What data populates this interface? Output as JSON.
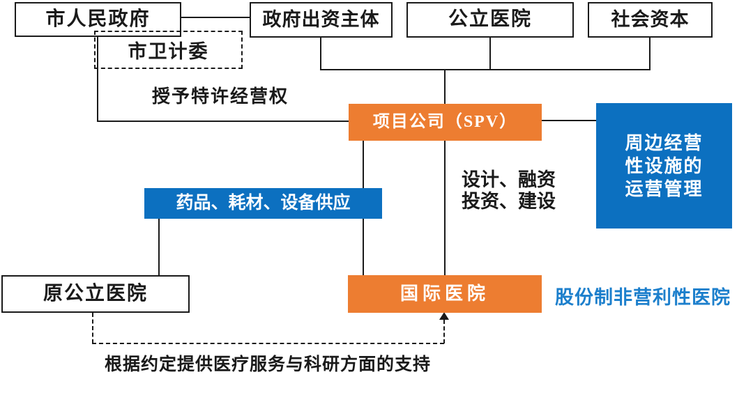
{
  "nodes": {
    "city_government": "市人民政府",
    "government_funder": "政府出资主体",
    "public_hospital": "公立医院",
    "social_capital": "社会资本",
    "health_commission": "市卫计委",
    "spv": "项目公司（SPV）",
    "facilities_mgmt": {
      "lines": [
        "周边经营",
        "性设施的",
        "运营管理"
      ]
    },
    "supply": "药品、耗材、设备供应",
    "former_public_hospital": "原公立医院",
    "international_hospital": "国际医院"
  },
  "labels": {
    "franchise": "授予特许经营权",
    "design_line1": "设计、融资",
    "design_line2": "投资、建设",
    "shareholding": "股份制非营利性医院",
    "support": "根据约定提供医疗服务与科研方面的支持"
  },
  "colors": {
    "orange": "#ED7D31",
    "blue": "#0C70C0",
    "label_blue": "#1C7FCC",
    "ink": "#1A1A1A"
  }
}
